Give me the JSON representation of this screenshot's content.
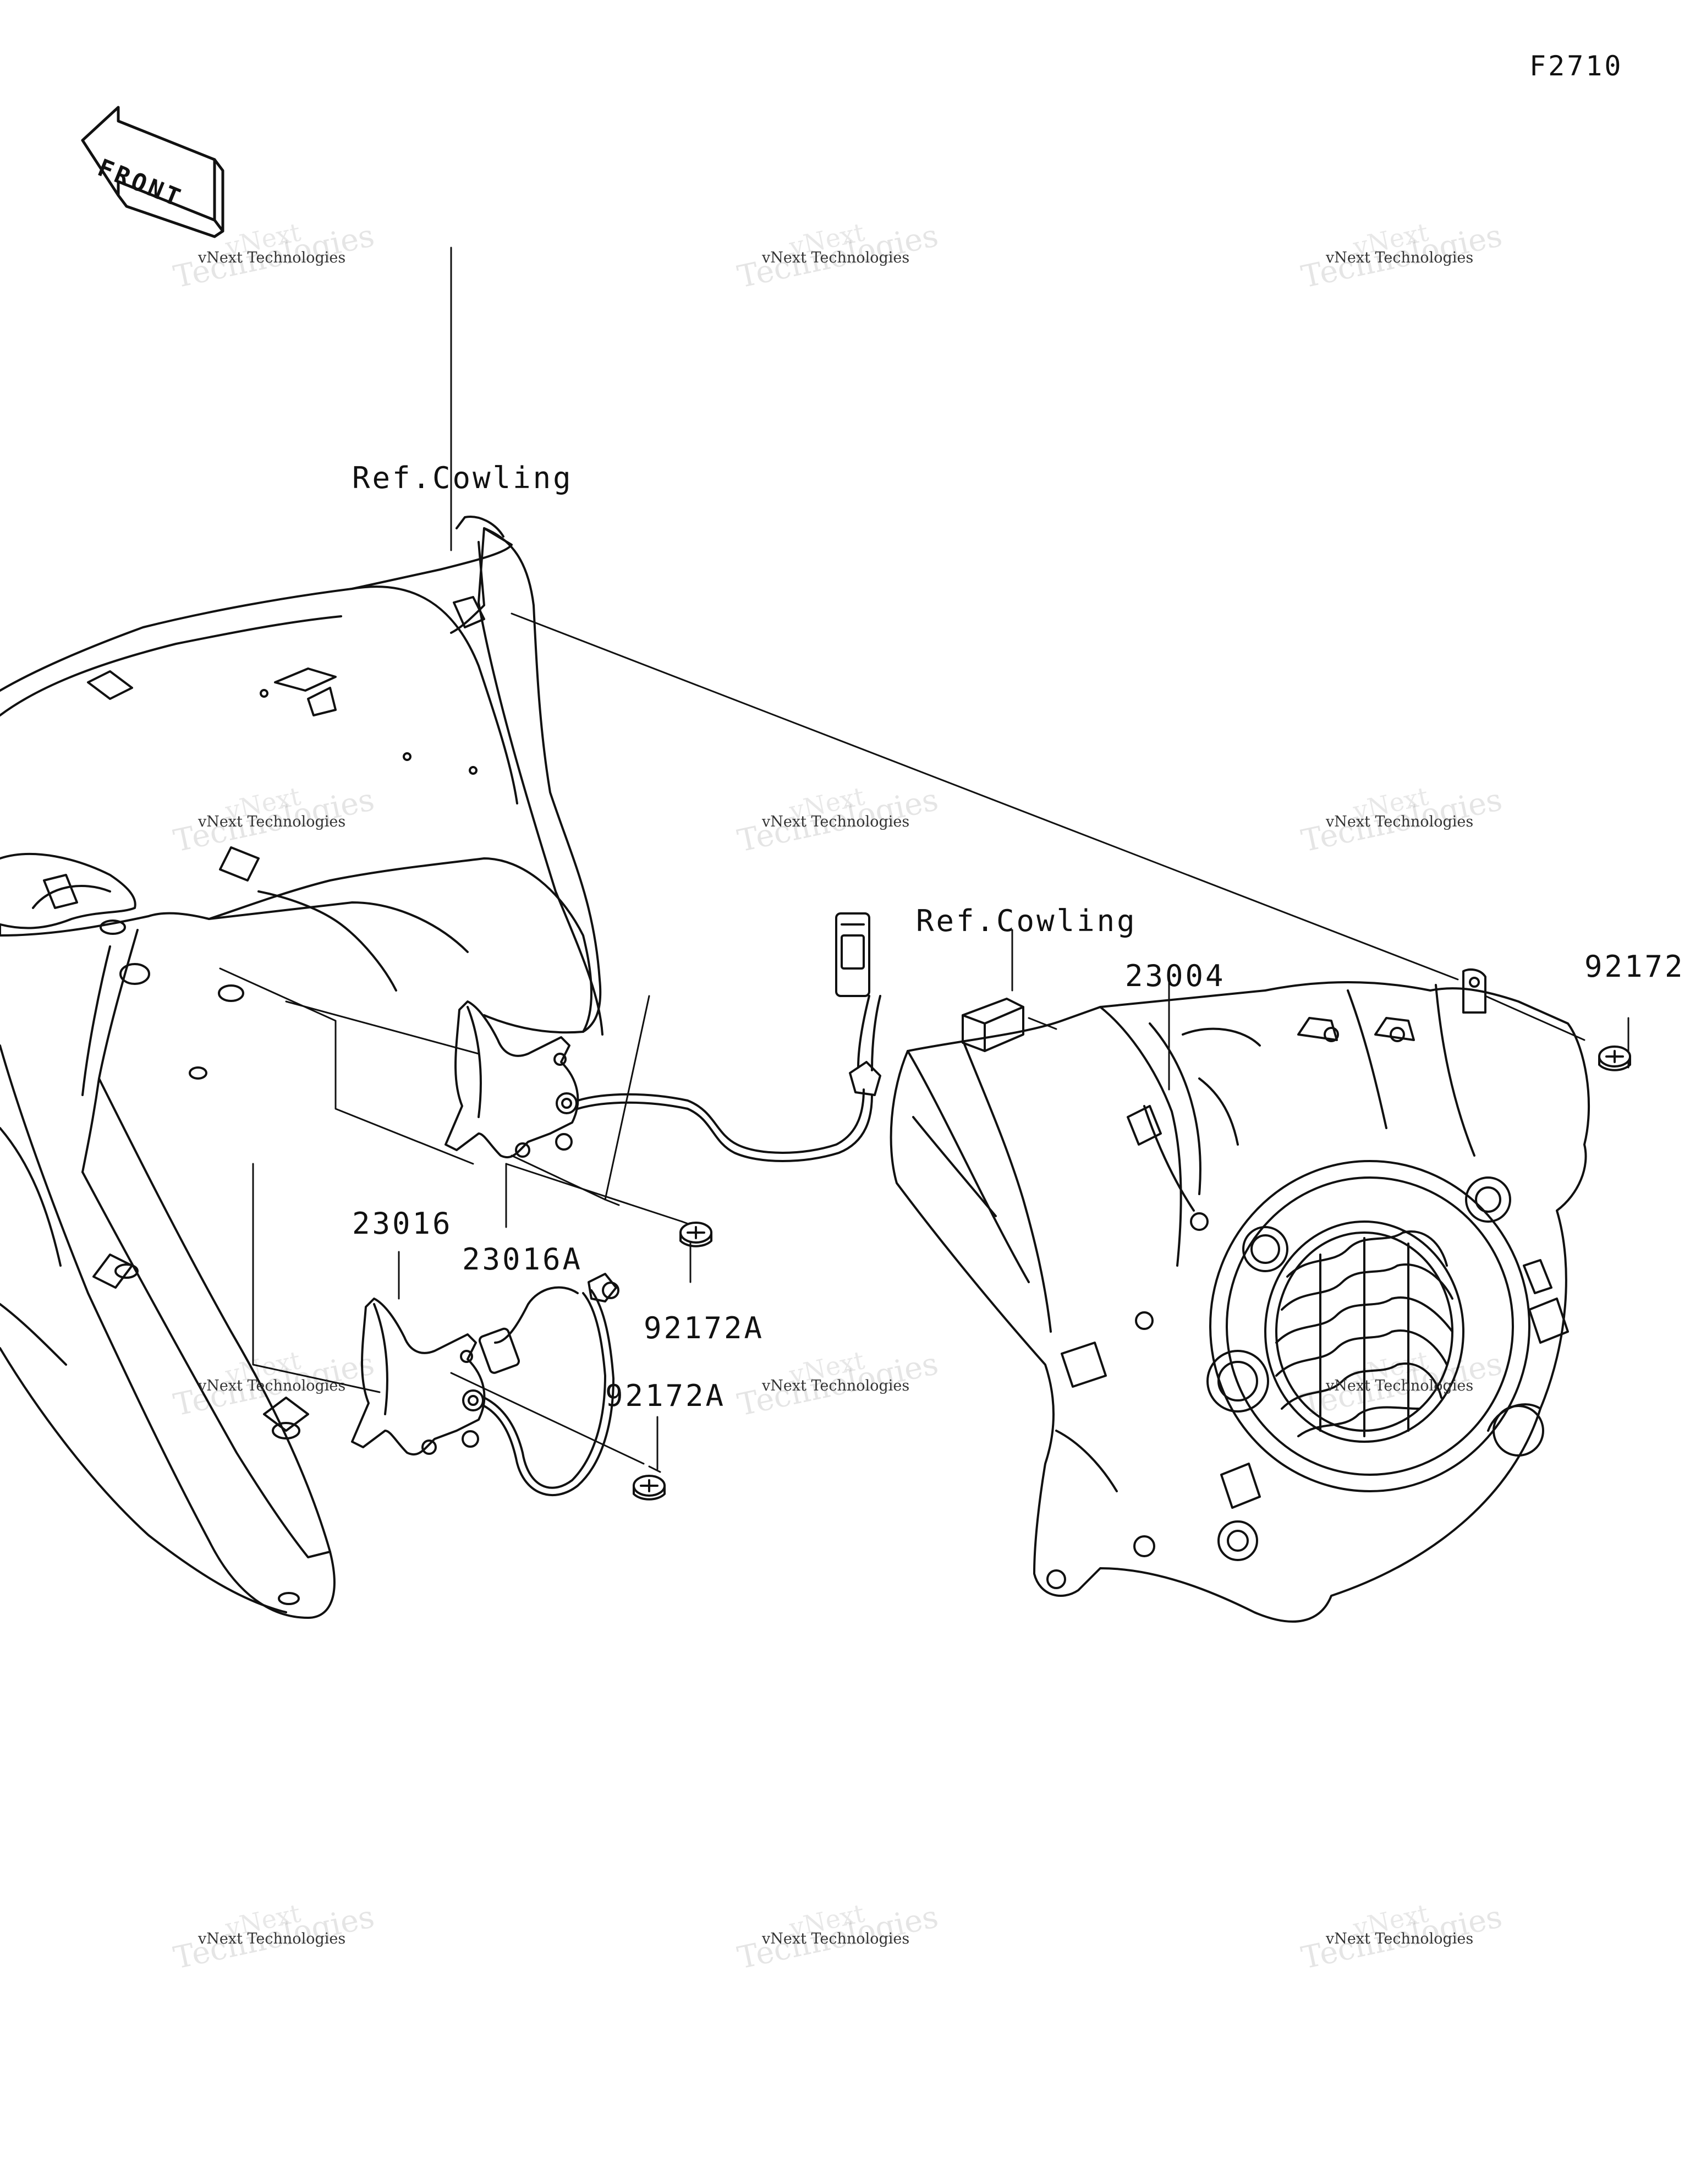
{
  "figure_id": "F2710",
  "front_label": "FRONT",
  "callouts": {
    "ref_cowling_1": "Ref.Cowling",
    "ref_cowling_2": "Ref.Cowling",
    "p23004": "23004",
    "p92172": "92172",
    "p23016": "23016",
    "p23016A": "23016A",
    "p92172A_1": "92172A",
    "p92172A_2": "92172A"
  },
  "watermark": {
    "big": "Technologies",
    "big2": "vNext",
    "small": "vNext Technologies"
  }
}
